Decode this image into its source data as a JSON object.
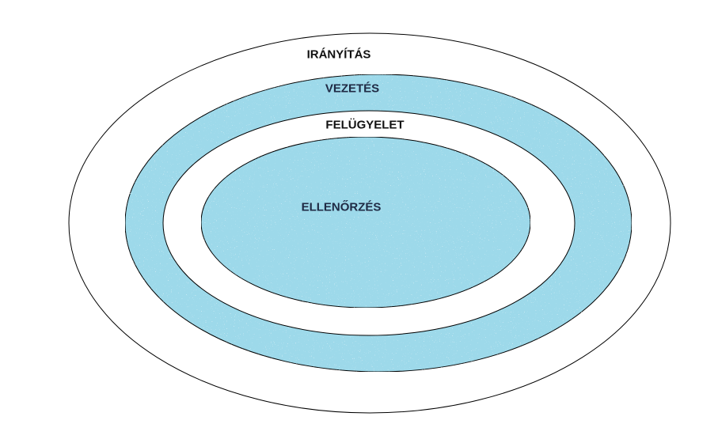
{
  "diagram": {
    "layers": [
      {
        "label": "IRÁNYÍTÁS",
        "fill": "#ffffff"
      },
      {
        "label": "VEZETÉS",
        "fill": "#9dd9ea"
      },
      {
        "label": "FELÜGYELET",
        "fill": "#ffffff"
      },
      {
        "label": "ELLENŐRZÉS",
        "fill": "#9dd9ea"
      }
    ],
    "colors": {
      "outline": "#000000",
      "text_on_white": "#111111",
      "text_on_blue": "#1f2a44"
    }
  }
}
